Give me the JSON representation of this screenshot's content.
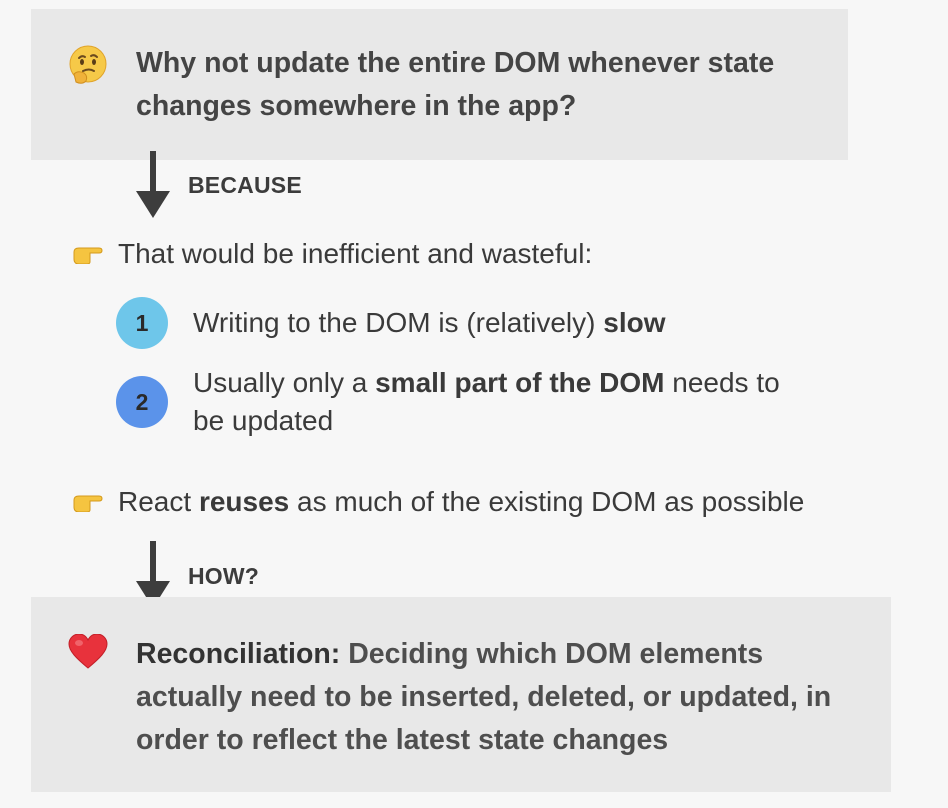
{
  "question": {
    "icon": "thinking-face-icon",
    "text": "Why not update the entire DOM whenever state changes somewhere in the app?"
  },
  "because_label": "BECAUSE",
  "point1": {
    "icon": "pointing-hand-icon",
    "text": "That would be inefficient and wasteful:"
  },
  "list": [
    {
      "number": "1",
      "text_before": "Writing to the DOM is (relatively) ",
      "text_bold": "slow",
      "text_after": ""
    },
    {
      "number": "2",
      "text_before": "Usually only a ",
      "text_bold": "small part of the DOM",
      "text_after": " needs to be updated"
    }
  ],
  "point2": {
    "icon": "pointing-hand-icon",
    "text_before": "React ",
    "text_bold": "reuses",
    "text_after": " as much of the existing DOM as possible"
  },
  "how_label": "HOW?",
  "reconciliation": {
    "icon": "red-heart-icon",
    "label": "Reconciliation:",
    "text": " Deciding which DOM elements actually need to be inserted, deleted, or updated, in order to reflect the latest state changes"
  },
  "colors": {
    "box_bg": "#e8e8e8",
    "page_bg": "#f7f7f7",
    "badge_1": "#6ec6ea",
    "badge_2": "#5b93ea",
    "heart": "#e8323c",
    "hand": "#f5c440"
  }
}
